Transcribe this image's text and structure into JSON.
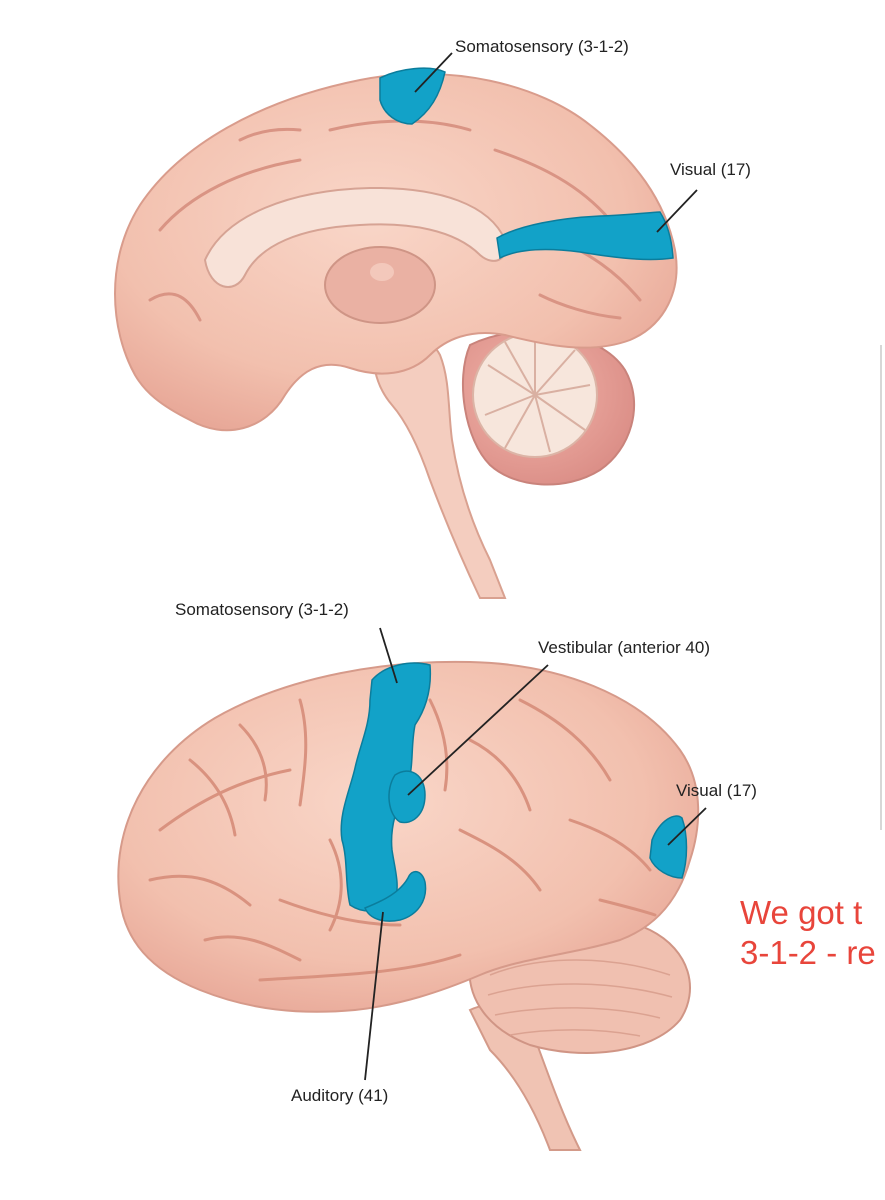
{
  "medial_view": {
    "labels": {
      "somatosensory": "Somatosensory (3-1-2)",
      "visual": "Visual (17)"
    }
  },
  "lateral_view": {
    "labels": {
      "somatosensory": "Somatosensory (3-1-2)",
      "vestibular": "Vestibular (anterior 40)",
      "visual": "Visual (17)",
      "auditory": "Auditory (41)"
    }
  },
  "note": {
    "line1": "We got t",
    "line2": "3-1-2 - re"
  },
  "colors": {
    "highlight": "#12a2c8",
    "tissue": "#f2c2b2",
    "tissue_dark": "#e39a8c",
    "sulcus": "#d98f82",
    "note_text": "#e8453b"
  }
}
